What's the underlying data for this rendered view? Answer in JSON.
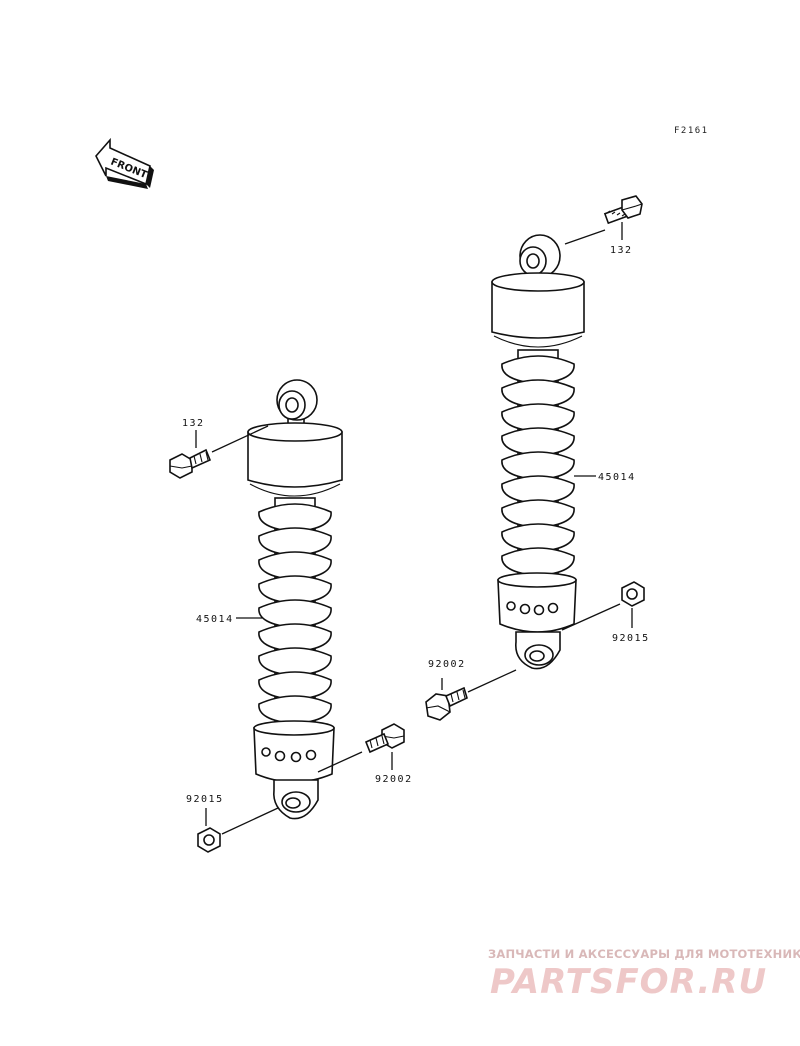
{
  "figure_code": "F2161",
  "front_label": "FRONT",
  "callouts": {
    "bolt_right_top": "132",
    "bolt_left_top": "132",
    "shock_right": "45014",
    "shock_left": "45014",
    "nut_right": "92015",
    "bolt_right_bottom": "92002",
    "bolt_left_bottom": "92002",
    "nut_left": "92015"
  },
  "watermark": {
    "tagline": "ЗАПЧАСТИ И АКСЕССУАРЫ ДЛЯ МОТОТЕХНИКИ",
    "logo": "PARTSFOR.RU"
  }
}
